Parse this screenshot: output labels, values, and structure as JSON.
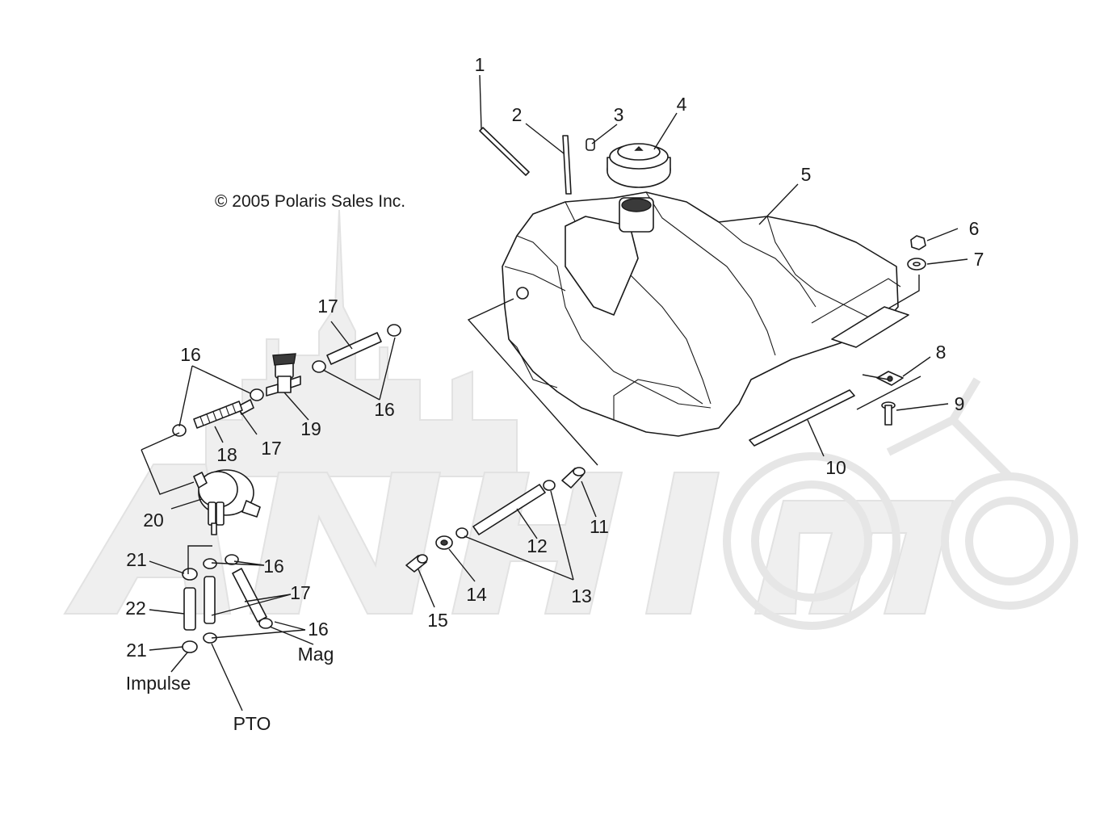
{
  "copyright": "© 2005 Polaris Sales Inc.",
  "callouts": [
    {
      "id": "c1",
      "text": "1"
    },
    {
      "id": "c2",
      "text": "2"
    },
    {
      "id": "c3",
      "text": "3"
    },
    {
      "id": "c4",
      "text": "4"
    },
    {
      "id": "c5",
      "text": "5"
    },
    {
      "id": "c6",
      "text": "6"
    },
    {
      "id": "c7",
      "text": "7"
    },
    {
      "id": "c8",
      "text": "8"
    },
    {
      "id": "c9",
      "text": "9"
    },
    {
      "id": "c10",
      "text": "10"
    },
    {
      "id": "c11",
      "text": "11"
    },
    {
      "id": "c12",
      "text": "12"
    },
    {
      "id": "c13",
      "text": "13"
    },
    {
      "id": "c14",
      "text": "14"
    },
    {
      "id": "c15",
      "text": "15"
    },
    {
      "id": "c16a",
      "text": "16"
    },
    {
      "id": "c16b",
      "text": "16"
    },
    {
      "id": "c16c",
      "text": "16"
    },
    {
      "id": "c16d",
      "text": "16"
    },
    {
      "id": "c17a",
      "text": "17"
    },
    {
      "id": "c17b",
      "text": "17"
    },
    {
      "id": "c17c",
      "text": "17"
    },
    {
      "id": "c18",
      "text": "18"
    },
    {
      "id": "c19",
      "text": "19"
    },
    {
      "id": "c20",
      "text": "20"
    },
    {
      "id": "c21a",
      "text": "21"
    },
    {
      "id": "c21b",
      "text": "21"
    },
    {
      "id": "c22",
      "text": "22"
    }
  ],
  "ports": {
    "impulse": "Impulse",
    "mag": "Mag",
    "pto": "PTO"
  },
  "colors": {
    "line": "#1a1a1a",
    "watermark": "#efefef",
    "background": "#ffffff"
  }
}
